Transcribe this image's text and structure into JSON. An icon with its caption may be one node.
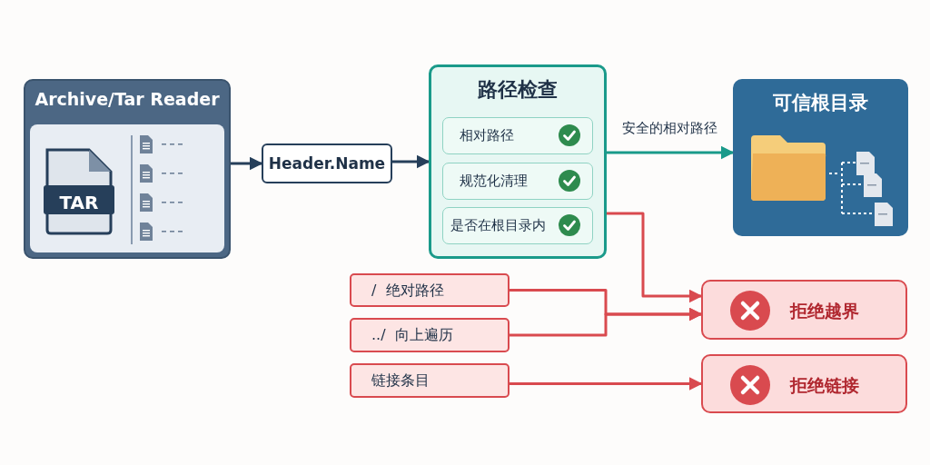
{
  "diagram": {
    "nodes": [
      {
        "text": [
          "Archive/Tar Reader"
        ]
      },
      {
        "text": [
          "Header.Name"
        ]
      },
      {
        "text": [
          "路径检查"
        ]
      },
      {
        "text": [
          "相对路径"
        ],
        "in": 2
      },
      {
        "text": [
          "规范化清理"
        ],
        "in": 2
      },
      {
        "text": [
          "是否在根目录内"
        ],
        "in": 2
      },
      {
        "text": [
          "可信根目录"
        ]
      },
      {
        "text": [
          "/  绝对路径"
        ]
      },
      {
        "text": [
          "../  向上遍历"
        ]
      },
      {
        "text": [
          "链接条目"
        ]
      },
      {
        "text": [
          "拒绝越界"
        ]
      },
      {
        "text": [
          "拒绝链接"
        ]
      }
    ],
    "edges": [
      {
        "from": 0,
        "to": 1,
        "arrow": "to",
        "color": "#263f5a"
      },
      {
        "from": 1,
        "to": 2,
        "arrow": "to",
        "color": "#263f5a"
      },
      {
        "from": 2,
        "to": 6,
        "arrow": "to",
        "label": "安全的相对路径",
        "color": "#1a9a8a"
      },
      {
        "from": 2,
        "to": 10,
        "arrow": "to",
        "color": "#d94a4f"
      },
      {
        "from": 7,
        "to": 10,
        "arrow": "to",
        "color": "#d94a4f"
      },
      {
        "from": 8,
        "to": 10,
        "arrow": "to",
        "color": "#d94a4f"
      },
      {
        "from": 9,
        "to": 11,
        "arrow": "to",
        "color": "#d94a4f"
      }
    ],
    "labels": [
      "TAR"
    ]
  }
}
